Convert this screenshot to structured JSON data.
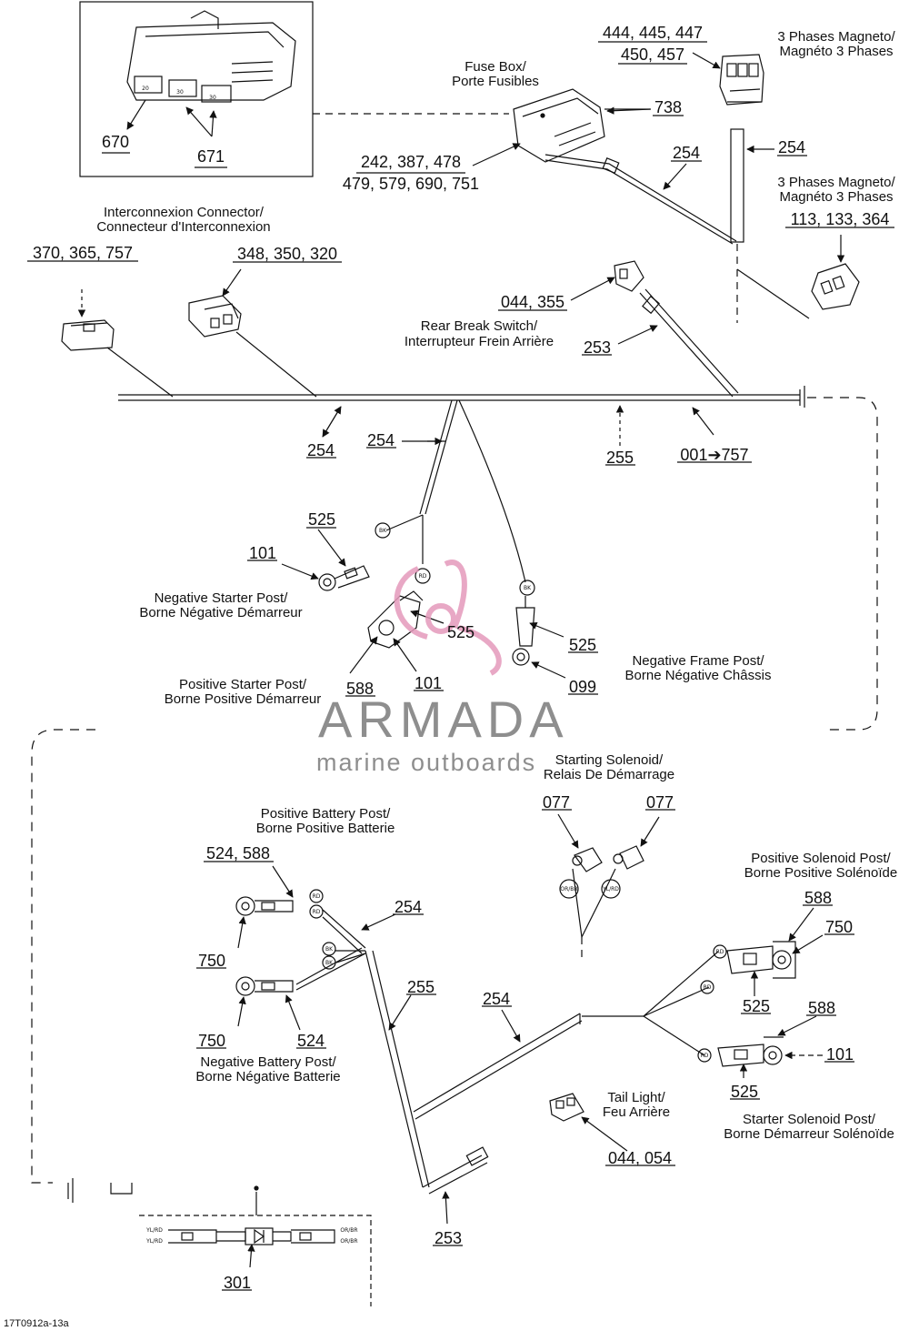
{
  "diagram_id": "17T0912a-13a",
  "watermark": {
    "brand": "ARMADA",
    "tagline": "marine outboards"
  },
  "labels": {
    "fuse_box_en": "Fuse Box/",
    "fuse_box_fr": "Porte Fusibles",
    "magneto_top_en": "3 Phases Magneto/",
    "magneto_top_fr": "Magnéto 3 Phases",
    "magneto_mid_en": "3 Phases Magneto/",
    "magneto_mid_fr": "Magnéto 3 Phases",
    "interconnexion_en": "Interconnexion Connector/",
    "interconnexion_fr": "Connecteur d'Interconnexion",
    "rear_brake_en": "Rear Break Switch/",
    "rear_brake_fr": "Interrupteur Frein Arrière",
    "neg_starter_en": "Negative Starter Post/",
    "neg_starter_fr": "Borne Négative Démarreur",
    "pos_starter_en": "Positive Starter Post/",
    "pos_starter_fr": "Borne Positive Démarreur",
    "neg_frame_en": "Negative Frame Post/",
    "neg_frame_fr": "Borne Négative Châssis",
    "starting_solenoid_en": "Starting Solenoid/",
    "starting_solenoid_fr": "Relais De Démarrage",
    "pos_battery_en": "Positive Battery Post/",
    "pos_battery_fr": "Borne Positive Batterie",
    "neg_battery_en": "Negative Battery Post/",
    "neg_battery_fr": "Borne Négative Batterie",
    "pos_solenoid_en": "Positive Solenoid Post/",
    "pos_solenoid_fr": "Borne Positive Solénoïde",
    "starter_solenoid_en": "Starter Solenoid Post/",
    "starter_solenoid_fr": "Borne Démarreur Solénoïde",
    "tail_light_en": "Tail Light/",
    "tail_light_fr": "Feu Arrière"
  },
  "parts": {
    "p670": "670",
    "p671": "671",
    "p444": "444, 445, 447",
    "p450": "450, 457",
    "p738": "738",
    "p242": "242, 387, 478",
    "p479": "479, 579, 690, 751",
    "p254_fuse": "254",
    "p254_mag": "254",
    "p113": "113, 133, 364",
    "p370": "370, 365, 757",
    "p348": "348, 350, 320",
    "p044_355": "044, 355",
    "p253_top": "253",
    "p254_main": "254",
    "p254_branch": "254",
    "p255_top": "255",
    "p001": "001➔757",
    "p525_neg": "525",
    "p101_neg": "101",
    "p525_pos": "525",
    "p588_pos": "588",
    "p101_pos": "101",
    "p525_frame": "525",
    "p099": "099",
    "p077_a": "077",
    "p077_b": "077",
    "p524_588": "524, 588",
    "p254_batt": "254",
    "p750_a": "750",
    "p255_low": "255",
    "p750_b": "750",
    "p524": "524",
    "p254_low": "254",
    "p588_sol_a": "588",
    "p750_sol": "750",
    "p525_sol_a": "525",
    "p588_sol_b": "588",
    "p101_sol": "101",
    "p525_sol_b": "525",
    "p044_054": "044, 054",
    "p253_low": "253",
    "p301": "301"
  },
  "wire_codes": {
    "bk_a": "BK",
    "rd_a": "RD",
    "bk_b": "BK",
    "or_br": "OR/BR",
    "yl_rd": "YL/RD",
    "rd_b1": "RD",
    "rd_b2": "RD",
    "bk_c1": "BK",
    "bk_c2": "BK",
    "rd_s1": "RD",
    "rd_s2": "RD",
    "rd_s3": "RD",
    "fuse_pin_a": "20",
    "fuse_pin_b": "30",
    "fuse_pin_c": "30",
    "diode_l1": "YL/RD",
    "diode_l2": "YL/RD",
    "diode_r1": "OR/BR",
    "diode_r2": "OR/BR"
  }
}
